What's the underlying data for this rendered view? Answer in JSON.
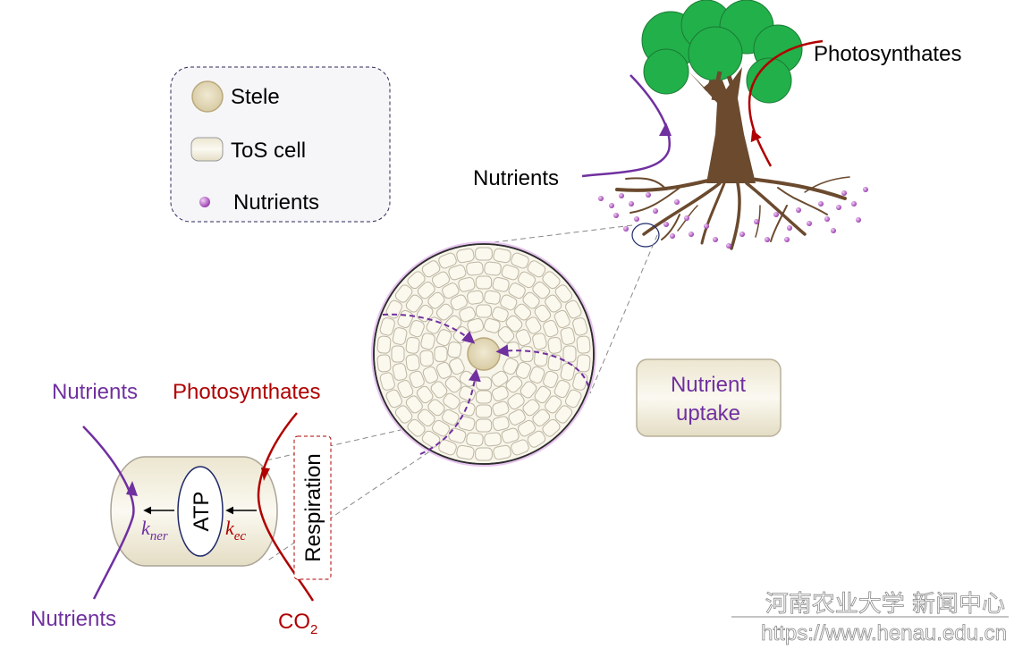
{
  "legend": {
    "stele": "Stele",
    "tos_cell": "ToS cell",
    "nutrients": "Nutrients"
  },
  "tree": {
    "photosynthates": "Photosynthates",
    "nutrients": "Nutrients"
  },
  "nutrient_uptake": {
    "line1": "Nutrient",
    "line2": "uptake"
  },
  "cell": {
    "nutrients_top": "Nutrients",
    "photosynthates": "Photosynthates",
    "nutrients_bottom": "Nutrients",
    "co2_main": "CO",
    "co2_sub": "2",
    "atp": "ATP",
    "respiration": "Respiration",
    "k_ner_main": "k",
    "k_ner_sub": "ner",
    "k_ec_main": "k",
    "k_ec_sub": "ec"
  },
  "watermark": {
    "cn": "河南农业大学 新闻中心",
    "url": "https://www.henau.edu.cn"
  },
  "colors": {
    "purple": "#7030a0",
    "red": "#b00000",
    "foliage": "#22b04a",
    "trunk": "#6b4a2e",
    "stele": "#e6dcc0",
    "cell_fill": "#f6f2e4"
  }
}
